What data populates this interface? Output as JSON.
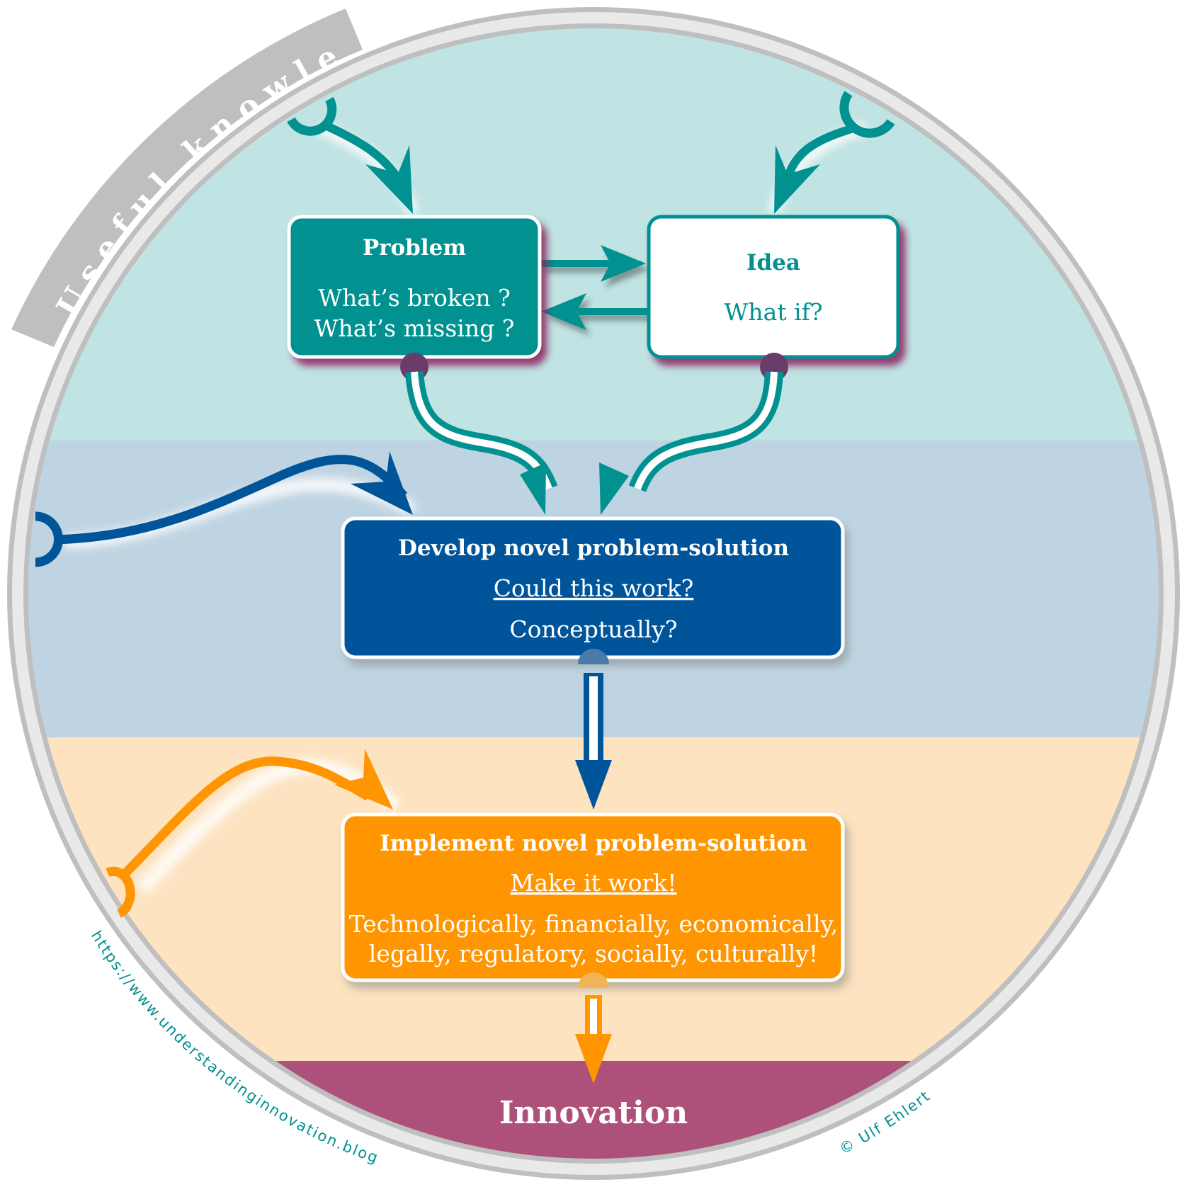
{
  "colors": {
    "teal": "#009190",
    "teal_band": "#c0e3e3",
    "blue": "#00559a",
    "blue_band": "#bfd4e2",
    "orange": "#ff9500",
    "orange_band": "#fde3c0",
    "magenta": "#ae517a",
    "ring_gray": "#bfbfbf",
    "ring_light": "#e9e9e9",
    "white": "#ffffff"
  },
  "banner": {
    "label": "Useful knowledge"
  },
  "problem_box": {
    "title": "Problem",
    "line1": "What’s broken ?",
    "line2": "What’s missing ?"
  },
  "idea_box": {
    "title": "Idea",
    "line1": "What if?"
  },
  "develop_box": {
    "title": "Develop novel problem-solution",
    "question": "Could this work?",
    "detail": "Conceptually?"
  },
  "implement_box": {
    "title": "Implement novel problem-solution",
    "question": "Make it work!",
    "detail_line1": "Technologically, financially, economically,",
    "detail_line2": "legally, regulatory, socially, culturally!"
  },
  "outcome": {
    "label": "Innovation"
  },
  "footer": {
    "url": "https://www.understandinginnovation.blog",
    "copyright": "© Ulf Ehlert"
  },
  "icons": {
    "knowledge_connector": "socket-connector-icon",
    "flow_arrow": "arrow-icon",
    "double_arrow": "double-line-arrow-icon"
  }
}
